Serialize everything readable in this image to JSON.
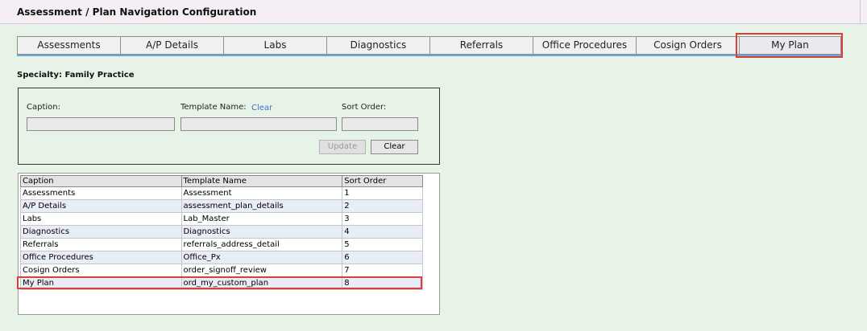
{
  "header": {
    "title": "Assessment / Plan Navigation Configuration"
  },
  "tabs": [
    {
      "label": "Assessments"
    },
    {
      "label": "A/P Details"
    },
    {
      "label": "Labs"
    },
    {
      "label": "Diagnostics"
    },
    {
      "label": "Referrals"
    },
    {
      "label": "Office Procedures"
    },
    {
      "label": "Cosign Orders"
    },
    {
      "label": "My Plan",
      "active": true
    }
  ],
  "specialty": {
    "text": "Specialty: Family Practice"
  },
  "form": {
    "caption_label": "Caption:",
    "caption_value": "",
    "template_label": "Template Name:",
    "template_clear": "Clear",
    "template_value": "",
    "sort_label": "Sort Order:",
    "sort_value": "",
    "update_button": "Update",
    "clear_button": "Clear"
  },
  "grid": {
    "headers": [
      "Caption",
      "Template Name",
      "Sort Order"
    ],
    "rows": [
      [
        "Assessments",
        "Assessment",
        "1"
      ],
      [
        "A/P Details",
        "assessment_plan_details",
        "2"
      ],
      [
        "Labs",
        "Lab_Master",
        "3"
      ],
      [
        "Diagnostics",
        "Diagnostics",
        "4"
      ],
      [
        "Referrals",
        "referrals_address_detail",
        "5"
      ],
      [
        "Office Procedures",
        "Office_Px",
        "6"
      ],
      [
        "Cosign Orders",
        "order_signoff_review",
        "7"
      ],
      [
        "My Plan",
        "ord_my_custom_plan",
        "8"
      ]
    ]
  },
  "colors": {
    "highlight": "#d9403b",
    "tab_underline": "#6aa6d4",
    "link": "#3a6fc4",
    "alt_row": "#e9edf8"
  }
}
